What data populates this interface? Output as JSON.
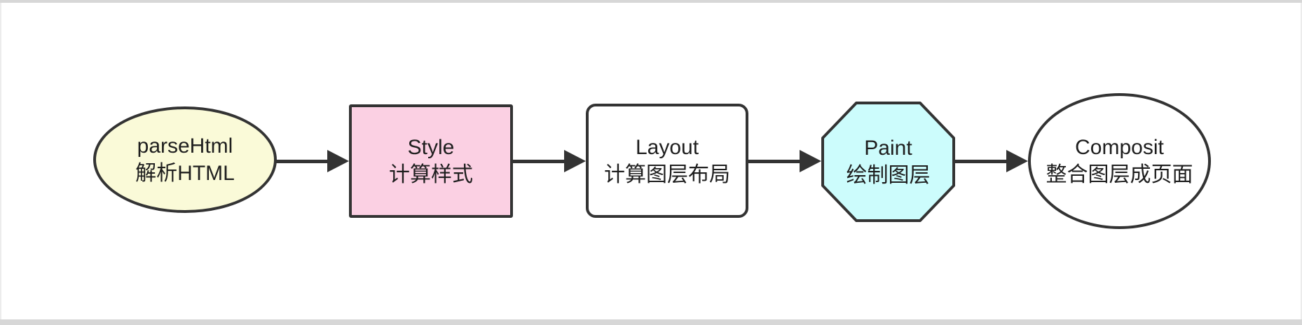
{
  "diagram": {
    "type": "flowchart",
    "direction": "left-to-right",
    "nodes": [
      {
        "id": "parsehtml",
        "shape": "ellipse",
        "line1": "parseHtml",
        "line2": "解析HTML",
        "fill": "#fafad8"
      },
      {
        "id": "style",
        "shape": "rectangle",
        "line1": "Style",
        "line2": "计算样式",
        "fill": "#fbd0e3"
      },
      {
        "id": "layout",
        "shape": "rounded-rectangle",
        "line1": "Layout",
        "line2": "计算图层布局",
        "fill": "#ffffff"
      },
      {
        "id": "paint",
        "shape": "octagon",
        "line1": "Paint",
        "line2": "绘制图层",
        "fill": "#ccfcfc"
      },
      {
        "id": "composit",
        "shape": "ellipse",
        "line1": "Composit",
        "line2": "整合图层成页面",
        "fill": "#ffffff"
      }
    ],
    "connectors": [
      {
        "from": "parsehtml",
        "to": "style"
      },
      {
        "from": "style",
        "to": "layout"
      },
      {
        "from": "layout",
        "to": "paint"
      },
      {
        "from": "paint",
        "to": "composit"
      }
    ],
    "colors": {
      "stroke": "#333333",
      "text": "#1e1e1e",
      "arrow": "#333333",
      "background": "#ffffff",
      "window_edge": "#d7d7d7"
    }
  }
}
